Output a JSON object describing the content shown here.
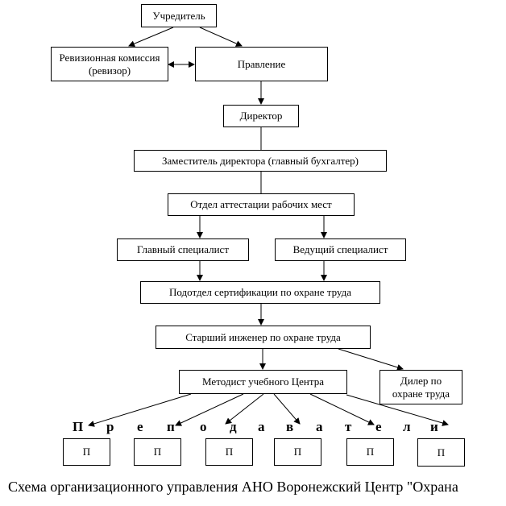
{
  "nodes": {
    "founder": "Учредитель",
    "audit": "Ревизионная комиссия (ревизор)",
    "board": "Правление",
    "director": "Директор",
    "deputy": "Заместитель директора (главный бухгалтер)",
    "department": "Отдел аттестации рабочих мест",
    "chief_specialist": "Главный специалист",
    "lead_specialist": "Ведущий специалист",
    "subdepartment": "Подотдел сертификации по охране труда",
    "senior_engineer": "Старший инженер по охране труда",
    "dealer": "Дилер по охране труда",
    "methodist": "Методист учебного Центра"
  },
  "teachers_letters": [
    "П",
    "р",
    "е",
    "п",
    "о",
    "д",
    "а",
    "в",
    "а",
    "т",
    "е",
    "л",
    "и"
  ],
  "teacher_boxes": [
    "П",
    "П",
    "П",
    "П",
    "П",
    "П"
  ],
  "caption": "Схема организационного управления АНО Воронежский Центр \"Охрана"
}
